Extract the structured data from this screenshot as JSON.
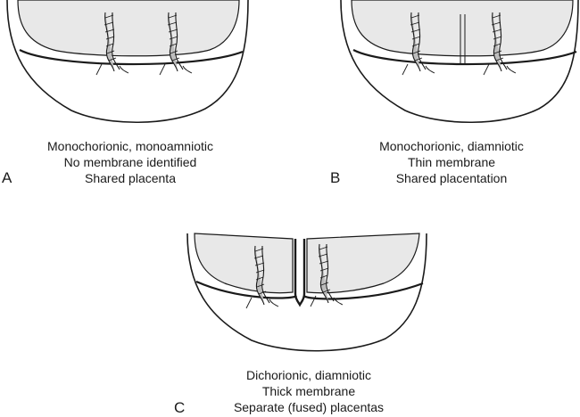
{
  "panels": [
    {
      "letter": "A",
      "lines": [
        "Monochorionic, monoamniotic",
        "No membrane identified",
        "Shared placenta"
      ]
    },
    {
      "letter": "B",
      "lines": [
        "Monochorionic, diamniotic",
        "Thin membrane",
        "Shared placentation"
      ]
    },
    {
      "letter": "C",
      "lines": [
        "Dichorionic, diamniotic",
        "Thick membrane",
        "Separate (fused) placentas"
      ]
    }
  ],
  "colors": {
    "line": "#1a1a1a",
    "amnion": "#e8e8e8",
    "cord": "#bdbdbd",
    "background": "#ffffff"
  }
}
